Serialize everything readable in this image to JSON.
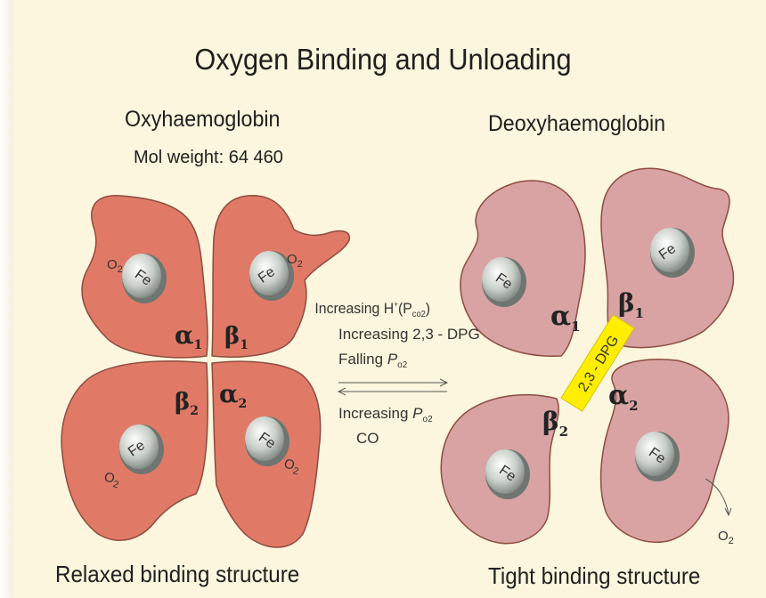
{
  "title": "Oxygen Binding and Unloading",
  "left": {
    "heading": "Oxyhaemoglobin",
    "mol_weight": "Mol weight: 64 460",
    "caption": "Relaxed binding structure",
    "fe": "Fe",
    "o2": "O",
    "o2_sub": "2",
    "alpha1": "α",
    "alpha1_sub": "1",
    "beta1": "β",
    "beta1_sub": "1",
    "beta2": "β",
    "beta2_sub": "2",
    "alpha2": "α",
    "alpha2_sub": "2"
  },
  "right": {
    "heading": "Deoxyhaemoglobin",
    "caption": "Tight binding structure",
    "fe": "Fe",
    "dpg": "2,3 - DPG",
    "o2": "O",
    "o2_sub": "2"
  },
  "conditions": {
    "forward_1": "Increasing H",
    "forward_1_sup": "+",
    "forward_1_tail": "(P",
    "forward_1_sub": "co2",
    "forward_1_end": ")",
    "forward_2": "Increasing 2,3 - DPG",
    "forward_3": "Falling ",
    "forward_3_p": "P",
    "forward_3_sub": "o2",
    "reverse_1": "Increasing ",
    "reverse_1_p": "P",
    "reverse_1_sub": "o2",
    "reverse_2": "CO"
  },
  "colors": {
    "oxy_subunit": "#e07a66",
    "deoxy_subunit": "#d9a3a3",
    "outline": "#8e4b40",
    "dpg_bar": "#ffee00",
    "background": "#fbf6dd"
  }
}
